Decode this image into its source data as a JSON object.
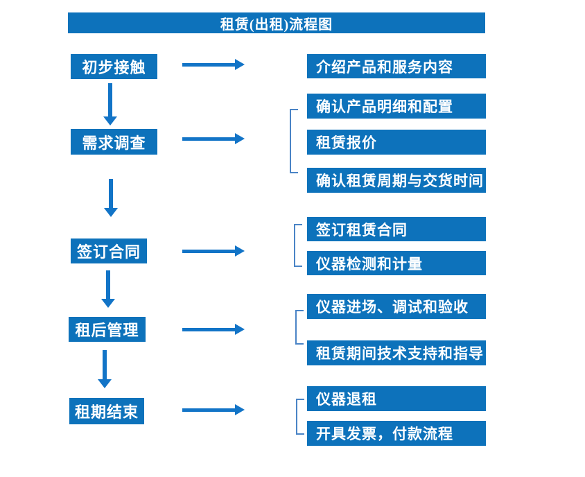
{
  "title": "租赁(出租)流程图",
  "steps": [
    {
      "label": "初步接触",
      "details": [
        "介绍产品和服务内容"
      ]
    },
    {
      "label": "需求调查",
      "details": [
        "确认产品明细和配置",
        "租赁报价",
        "确认租赁周期与交货时间"
      ]
    },
    {
      "label": "签订合同",
      "details": [
        "签订租赁合同",
        "仪器检测和计量"
      ]
    },
    {
      "label": "租后管理",
      "details": [
        "仪器进场、调试和验收",
        "租赁期间技术支持和指导"
      ]
    },
    {
      "label": "租期结束",
      "details": [
        "仪器退租",
        "开具发票，付款流程"
      ]
    }
  ],
  "colors": {
    "box_blue": "#0D72BB",
    "arrow_blue": "#1274C7",
    "bracket_blue": "#4A84C6",
    "text": "#FFFFFF",
    "background": "#FFFFFF"
  }
}
